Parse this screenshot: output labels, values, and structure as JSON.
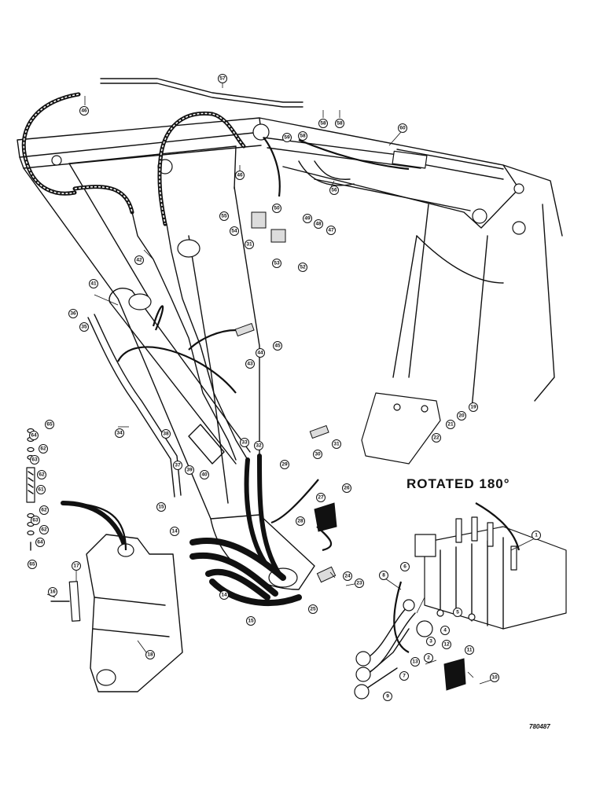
{
  "figure": {
    "rotated_label": "ROTATED 180°",
    "drawing_number": "780487"
  },
  "callouts": {
    "c1": "1",
    "c2": "2",
    "c3": "3",
    "c4": "4",
    "c5": "5",
    "c6": "6",
    "c7": "7",
    "c8": "8",
    "c9": "9",
    "c10": "10",
    "c11": "11",
    "c12": "12",
    "c13": "13",
    "c14a": "14",
    "c14b": "14",
    "c15a": "15",
    "c15b": "15",
    "c16": "16",
    "c17": "17",
    "c18": "18",
    "c19": "19",
    "c20": "20",
    "c21": "21",
    "c22": "22",
    "c23": "23",
    "c24": "24",
    "c25": "25",
    "c26": "26",
    "c27": "27",
    "c28": "28",
    "c29": "29",
    "c30": "30",
    "c31a": "31",
    "c31b": "31",
    "c32": "32",
    "c33": "33",
    "c34": "34",
    "c35": "35",
    "c36": "36",
    "c37": "37",
    "c38": "38",
    "c39": "39",
    "c40": "40",
    "c41": "41",
    "c42": "42",
    "c43": "43",
    "c44": "44",
    "c45": "45",
    "c46a": "46",
    "c46b": "46",
    "c47": "47",
    "c48": "48",
    "c49": "49",
    "c50": "50",
    "c52": "52",
    "c53": "53",
    "c54": "54",
    "c55": "55",
    "c56": "56",
    "c57": "57",
    "c58a": "58",
    "c58b": "58",
    "c59": "59",
    "c60": "60",
    "c61": "61",
    "c62a": "62",
    "c62b": "62",
    "c62c": "62",
    "c62d": "62",
    "c63a": "63",
    "c63b": "63",
    "c64a": "64",
    "c64b": "64",
    "c65a": "65",
    "c65b": "65"
  }
}
